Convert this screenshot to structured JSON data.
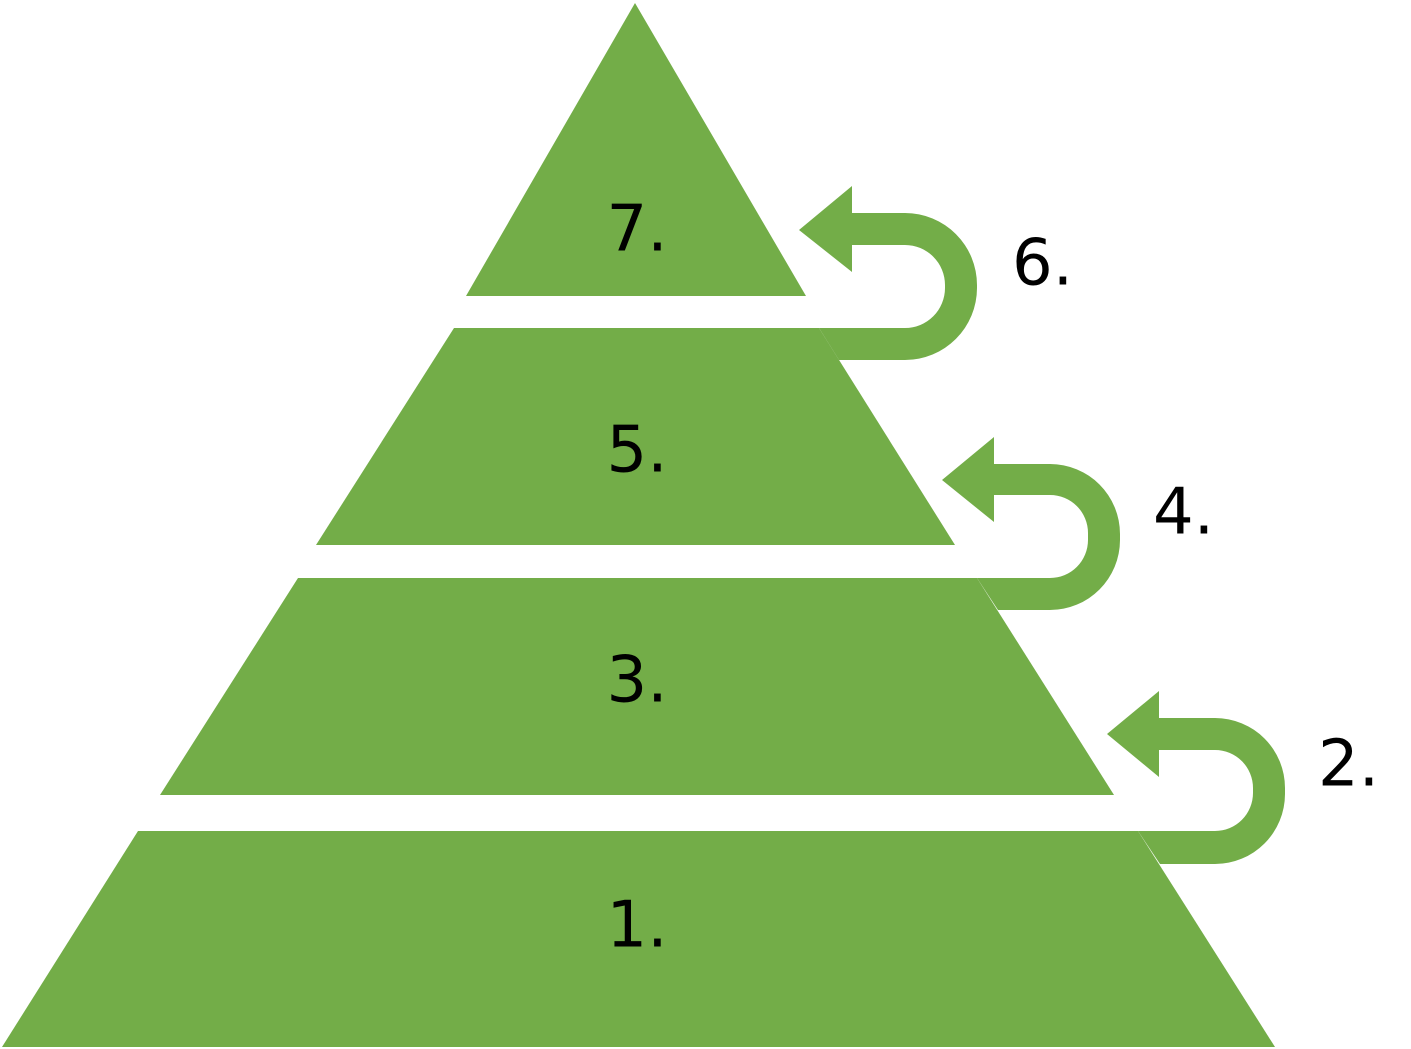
{
  "colors": {
    "tier_fill": "#73ad48",
    "label_text": "#000000",
    "background": "#ffffff"
  },
  "pyramid": {
    "tiers": [
      {
        "label": "7."
      },
      {
        "label": "5."
      },
      {
        "label": "3."
      },
      {
        "label": "1."
      }
    ],
    "loops": [
      {
        "label": "6."
      },
      {
        "label": "4."
      },
      {
        "label": "2."
      }
    ]
  }
}
